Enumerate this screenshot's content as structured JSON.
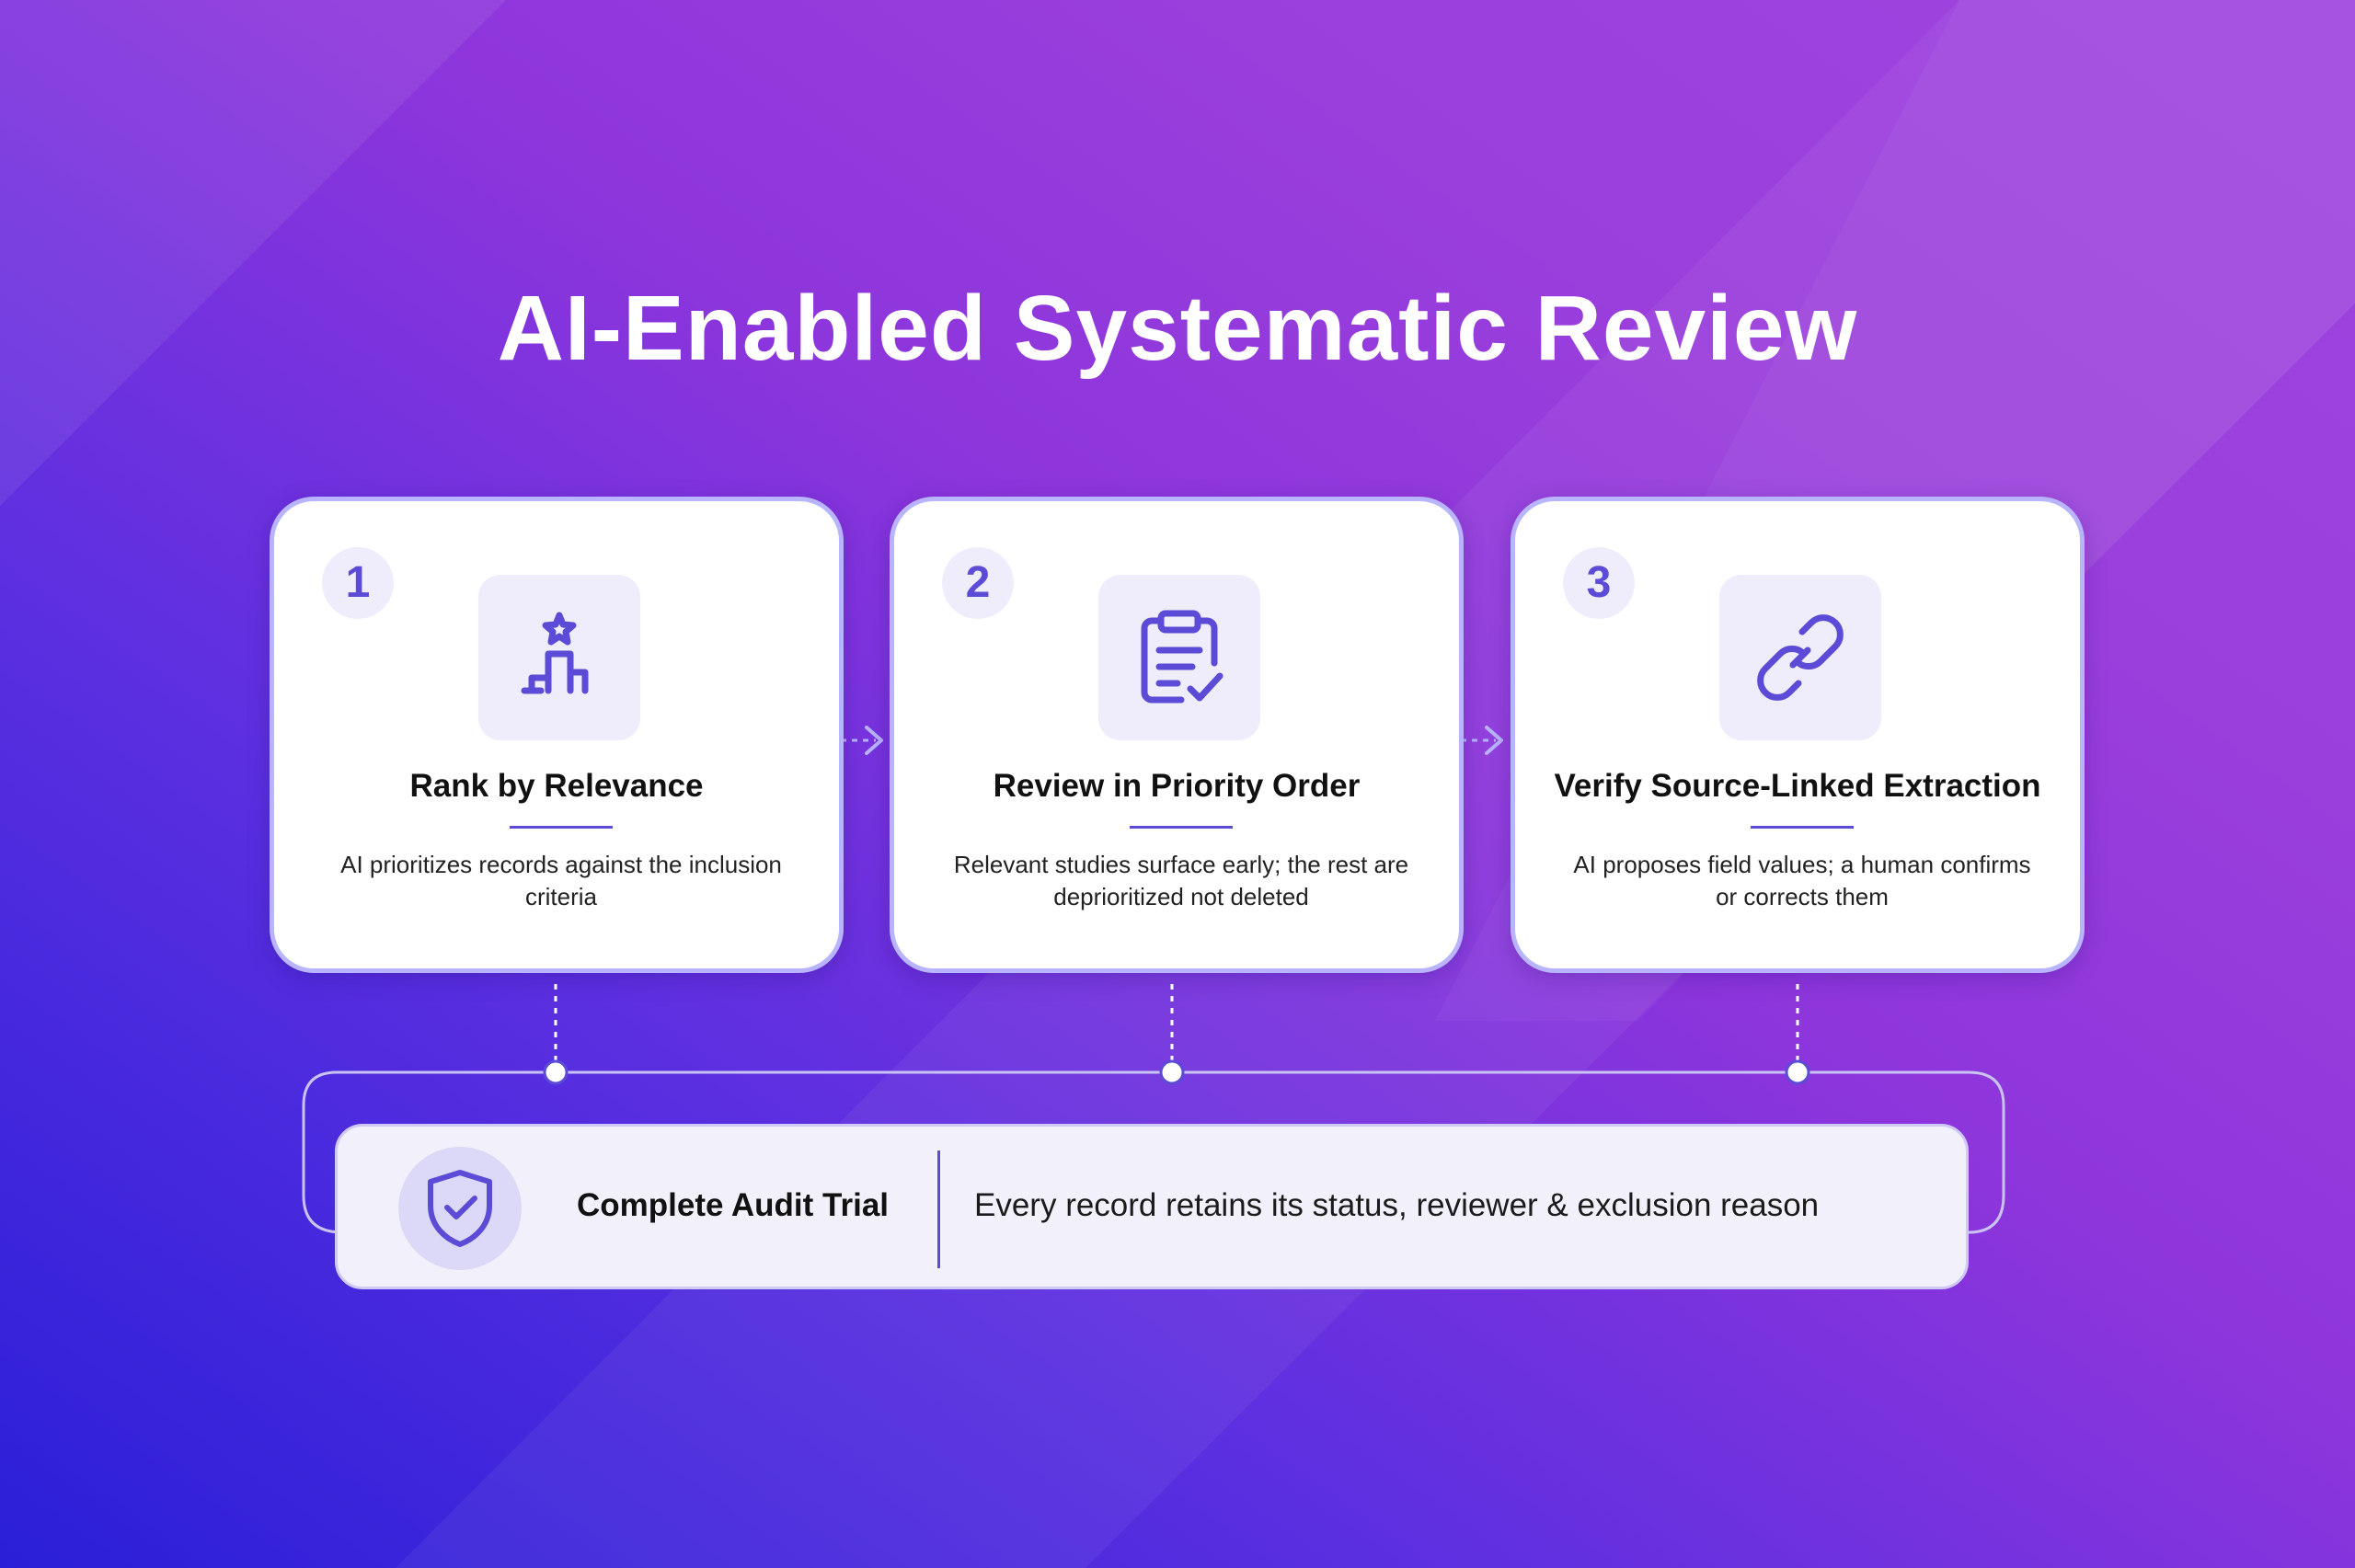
{
  "title": "AI-Enabled Systematic Review",
  "steps": [
    {
      "number": "1",
      "icon": "podium-star-icon",
      "title": "Rank by Relevance",
      "description": "AI prioritizes records against the inclusion criteria"
    },
    {
      "number": "2",
      "icon": "clipboard-check-icon",
      "title": "Review in Priority Order",
      "description": "Relevant studies surface early; the rest are deprioritized not deleted"
    },
    {
      "number": "3",
      "icon": "link-icon",
      "title": "Verify Source-Linked Extraction",
      "description": "AI proposes field values; a human confirms or corrects them"
    }
  ],
  "audit": {
    "icon": "shield-check-icon",
    "title": "Complete Audit Trial",
    "text": "Every record retains its status, reviewer & exclusion reason"
  },
  "colors": {
    "accent": "#5b4bd6",
    "card_border": "#b9b4ff",
    "icon_tile": "#efedfb"
  }
}
